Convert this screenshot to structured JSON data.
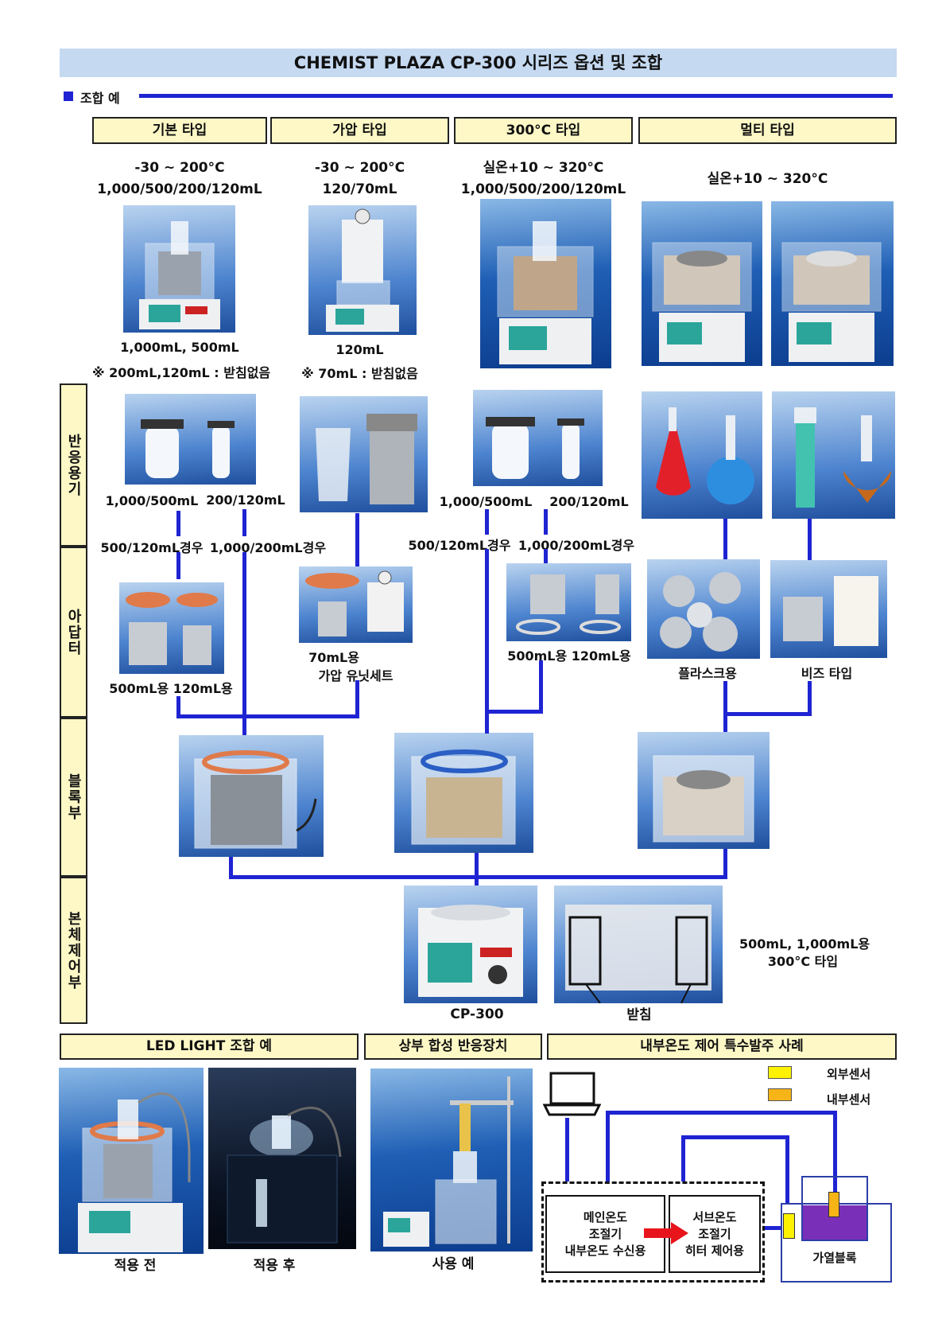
{
  "title": "CHEMIST PLAZA CP-300 시리즈 옵션 및 조합",
  "section_label": "조합 예",
  "columns": [
    {
      "tag": "기본 타입",
      "spec": [
        "-30 ~ 200°C",
        "1,000/500/200/120mL"
      ],
      "note": [
        "1,000mL, 500mL",
        "※ 200mL,120mL : 받침없음"
      ]
    },
    {
      "tag": "가압 타입",
      "spec": [
        "-30 ~ 200°C",
        "120/70mL"
      ],
      "note": [
        "120mL",
        "※ 70mL : 받침없음"
      ]
    },
    {
      "tag": "300°C 타입",
      "spec": [
        "실온+10 ~ 320°C",
        "1,000/500/200/120mL"
      ]
    },
    {
      "tag": "멀티 타입",
      "spec": [
        "실온+10 ~ 320°C"
      ]
    }
  ],
  "row_labels": [
    "반응용기",
    "아답터",
    "블록부",
    "본체제어부"
  ],
  "vessel_labels": {
    "basic_a": "1,000/500mL",
    "basic_b": "200/120mL",
    "t300_a": "1,000/500mL",
    "t300_b": "200/120mL"
  },
  "case_labels": {
    "basic_a": "500/120mL경우",
    "basic_b": "1,000/200mL경우",
    "t300_a": "500/120mL경우",
    "t300_b": "1,000/200mL경우"
  },
  "adapter_labels": {
    "basic": "500mL용 120mL용",
    "pressure_a": "70mL용",
    "pressure_b": "가압 유닛세트",
    "t300": "500mL용 120mL용",
    "multi_a": "플라스크용",
    "multi_b": "비즈 타입"
  },
  "main_labels": {
    "unit": "CP-300",
    "stand": "받침",
    "stand_note": [
      "500mL, 1,000mL용",
      "300°C 타입"
    ]
  },
  "bottom_tags": [
    "LED LIGHT 조합 예",
    "상부 합성 반응장치",
    "내부온도 제어 특수발주 사례"
  ],
  "bottom_labels": {
    "before": "적용 전",
    "after": "적용 후",
    "usage": "사용 예"
  },
  "legend": [
    {
      "label": "외부센서",
      "color": "#fff200"
    },
    {
      "label": "내부센서",
      "color": "#f6b417"
    }
  ],
  "control_boxes": {
    "main": [
      "메인온도",
      "조절기",
      "내부온도 수신용"
    ],
    "sub": [
      "서브온도",
      "조절기",
      "히터 제어용"
    ],
    "block": "가열블록"
  },
  "colors": {
    "accent": "#1f24d2",
    "tag_fill": "#fdf8c6",
    "title_fill": "#c5d9f1",
    "arrow": "#e8141c"
  }
}
